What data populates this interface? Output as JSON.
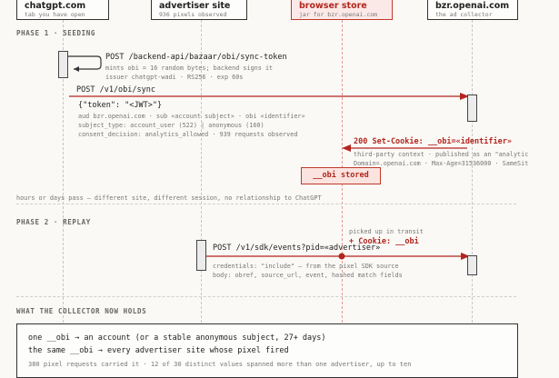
{
  "actors": [
    {
      "name": "chatgpt.com",
      "sub": "tab you have open"
    },
    {
      "name": "advertiser site",
      "sub": "936 pixels observed"
    },
    {
      "name": "browser store",
      "sub": "jar for bzr.openai.com"
    },
    {
      "name": "bzr.openai.com",
      "sub": "the ad collector"
    }
  ],
  "phase1": {
    "title": "PHASE 1 · SEEDING",
    "self_msg": "POST /backend-api/bazaar/obi/sync-token",
    "self_note": "mints obi = 16 random bytes; backend signs it\nissuer chatgpt-wadi · RS256 · exp 60s",
    "msg2": "POST /v1/obi/sync",
    "msg2_payload": "{\"token\": \"<JWT>\"}",
    "msg2_note": "aud bzr.openai.com · sub «account subject» · obi «identifier»\nsubject_type: account_user (522) | anonymous (160)\nconsent_decision: analytics_allowed · 939 requests observed",
    "msg3": "200 Set-Cookie: __obi=«identifier»",
    "msg3_note": "third-party context · published as an \"analytic\nDomain=.openai.com · Max-Age=31536000 · SameSit",
    "stored": "__obi stored"
  },
  "separator_text": "hours or days pass — different site, different session, no relationship to ChatGPT",
  "phase2": {
    "title": "PHASE 2 · REPLAY",
    "transit": "picked up in transit",
    "cookie": "+ Cookie: __obi",
    "msg": "POST /v1/sdk/events?pid=«advertiser»",
    "note": "credentials: \"include\" — from the pixel SDK source\nbody: obref, source_url, event, hashed match fields"
  },
  "collector": {
    "title": "WHAT THE COLLECTOR NOW HOLDS",
    "line1": "one __obi → an account (or a stable anonymous subject, 27+ days)",
    "line2": "the same __obi → every advertiser site whose pixel fired",
    "small": "380 pixel requests carried it · 12 of 30 distinct values spanned more than one advertiser, up to ten"
  },
  "colors": {
    "accent_red": "#b3261e",
    "ink": "#222222",
    "muted": "#777777"
  }
}
